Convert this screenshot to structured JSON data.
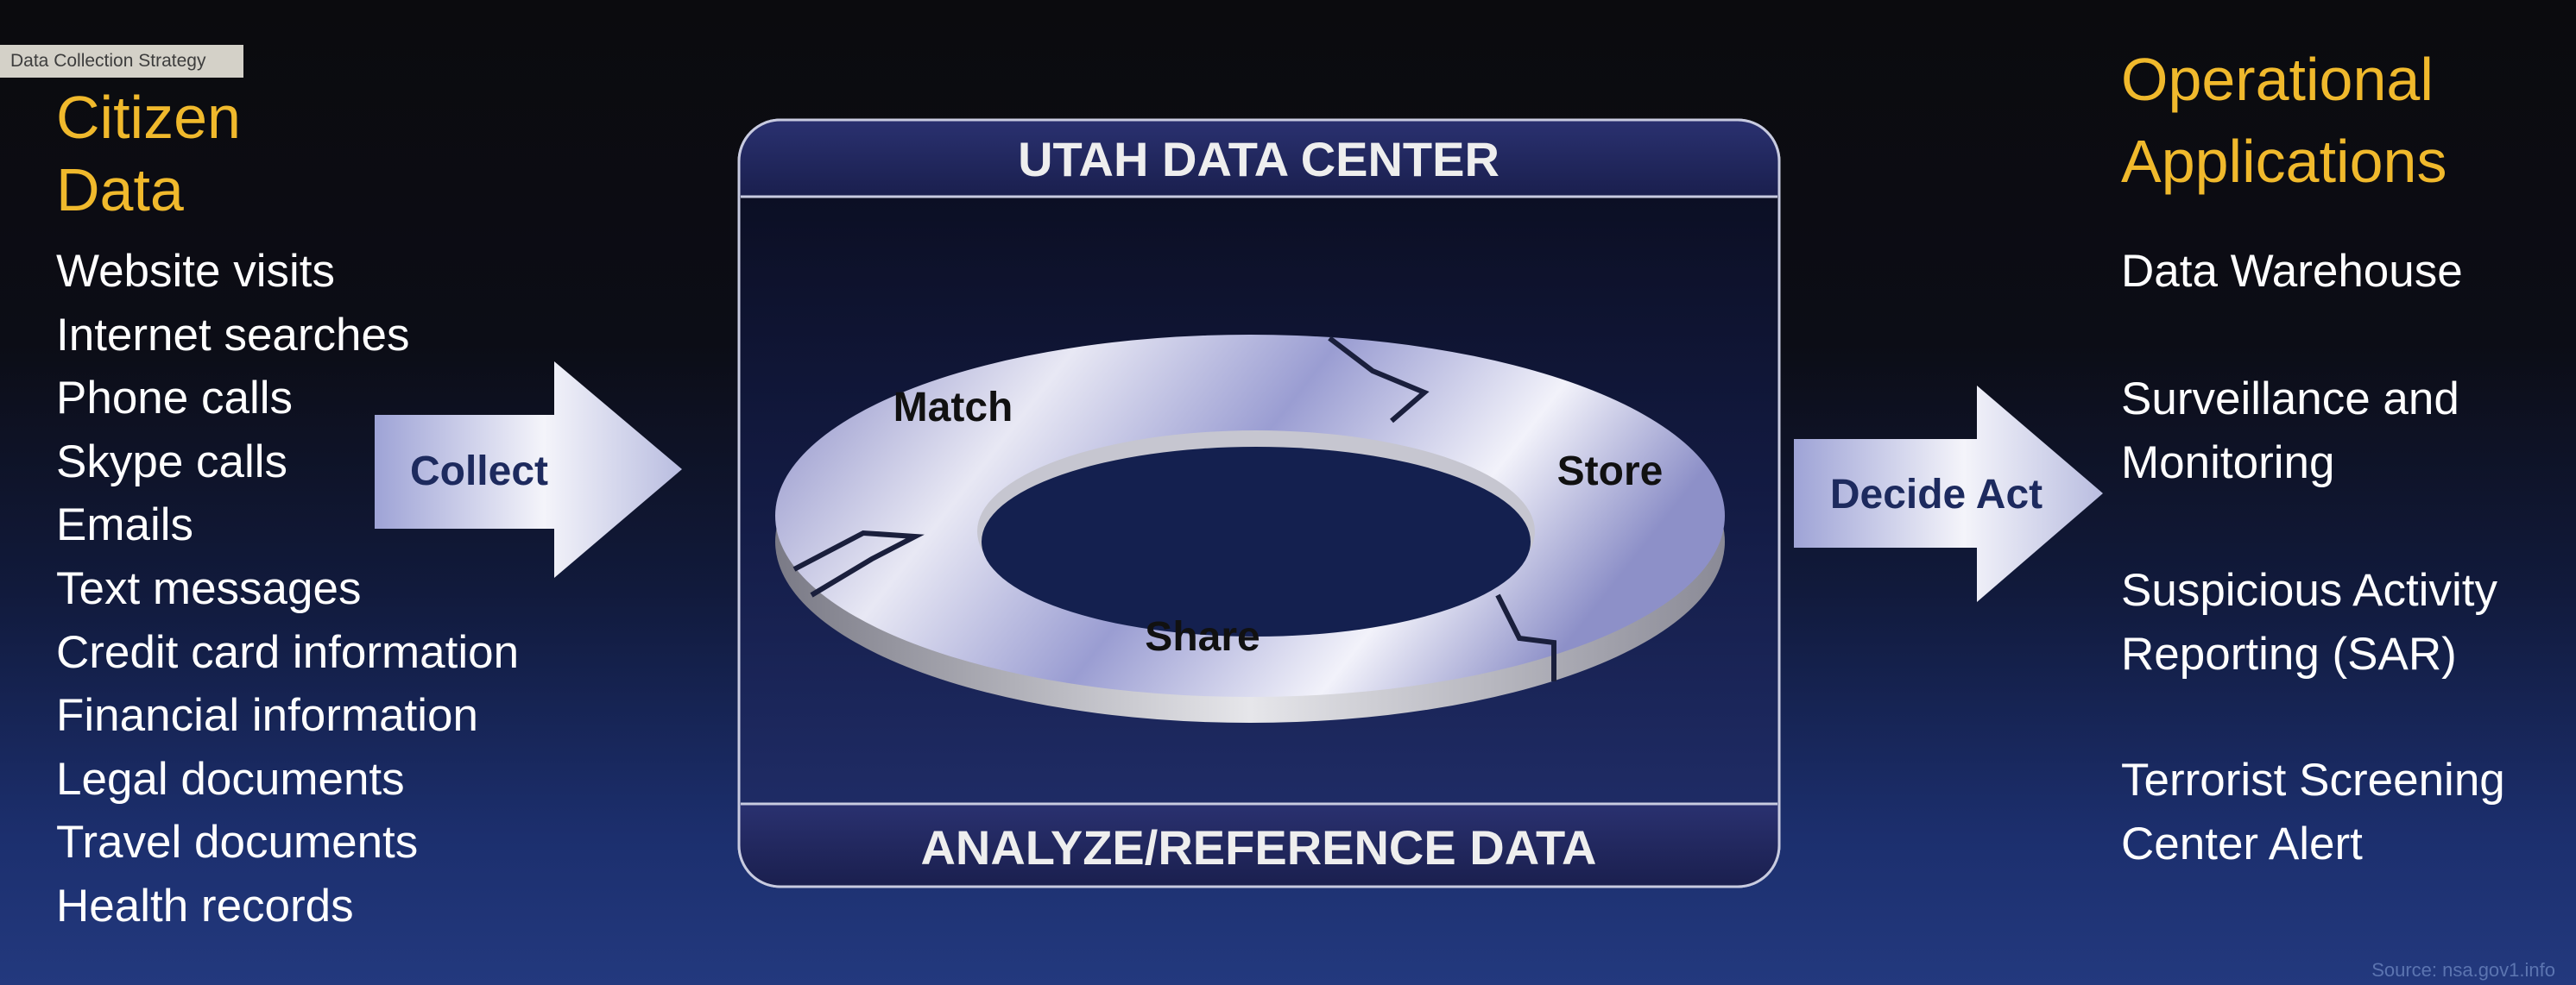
{
  "tooltip": "Data Collection Strategy",
  "left": {
    "heading": [
      "Citizen",
      "Data"
    ],
    "items": [
      "Website visits",
      "Internet searches",
      "Phone calls",
      "Skype calls",
      "Emails",
      "Text messages",
      "Credit card information",
      "Financial information",
      "Legal documents",
      "Travel documents",
      "Health records"
    ]
  },
  "arrows": {
    "collect": "Collect",
    "decide": "Decide Act"
  },
  "center": {
    "title": "UTAH DATA CENTER",
    "footer": "ANALYZE/REFERENCE DATA",
    "cycle": {
      "match": "Match",
      "store": "Store",
      "share": "Share"
    }
  },
  "right": {
    "heading": [
      "Operational",
      "Applications"
    ],
    "items": [
      [
        "Data Warehouse"
      ],
      [
        "Surveillance and",
        "Monitoring"
      ],
      [
        "Suspicious Activity",
        "Reporting (SAR)"
      ],
      [
        "Terrorist Screening",
        "Center Alert"
      ]
    ]
  },
  "source": "Source: nsa.gov1.info",
  "colors": {
    "heading": "#f0b92c",
    "ring": "#9c9ed0",
    "box": "#1f2654"
  }
}
